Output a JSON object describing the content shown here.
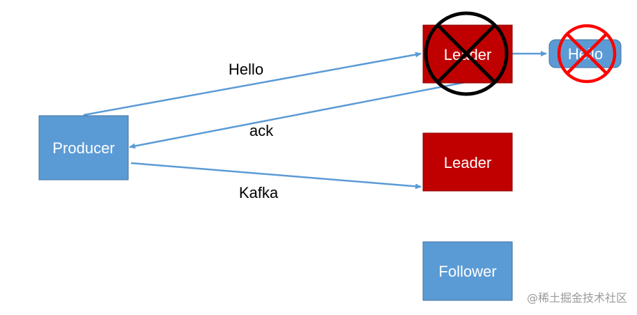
{
  "colors": {
    "producer_fill": "#5b9bd5",
    "leader_fill": "#c00000",
    "follower_fill": "#5b9bd5",
    "message_fill": "#5b9bd5",
    "arrow": "#5b9bd5",
    "failed_mark": "#000000",
    "dropped_mark": "#ff0000"
  },
  "nodes": {
    "producer": "Producer",
    "leader_failed": "Leader",
    "leader_new": "Leader",
    "follower": "Follower",
    "message": "Hello"
  },
  "edges": {
    "hello": "Hello",
    "ack": "ack",
    "kafka": "Kafka"
  },
  "icons": {
    "failed_leader": "circle-cross-icon",
    "dropped_message": "no-entry-icon"
  },
  "watermark": "@稀土掘金技术社区"
}
